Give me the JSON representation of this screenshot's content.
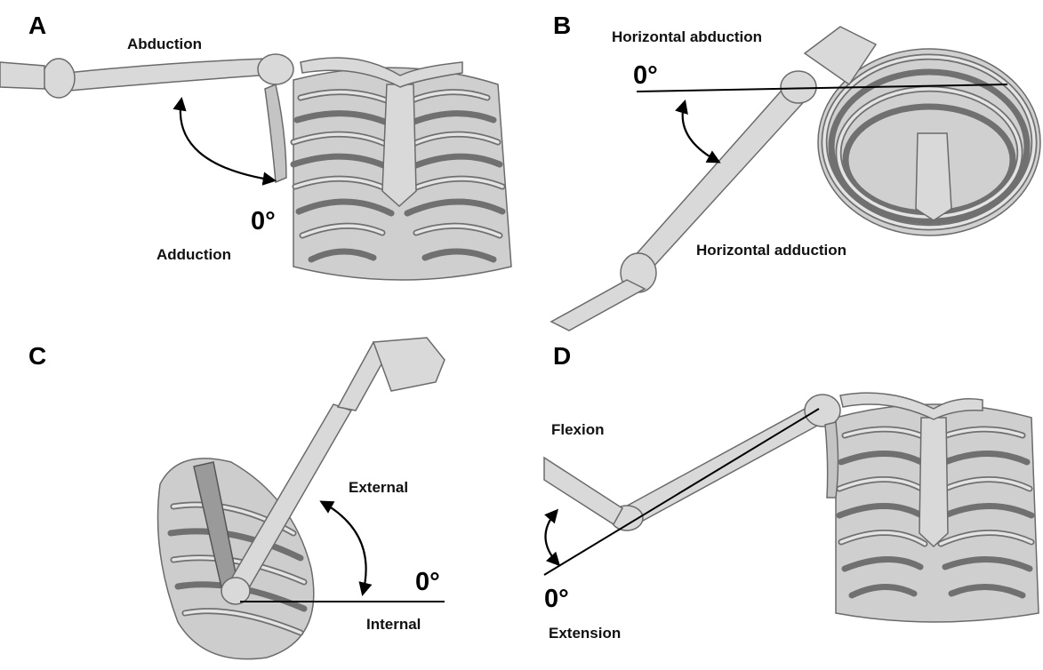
{
  "panels": [
    {
      "letter": "A",
      "label_top": "Abduction",
      "label_bottom": "Adduction",
      "zero": "0°"
    },
    {
      "letter": "B",
      "label_top": "Horizontal abduction",
      "label_bottom": "Horizontal adduction",
      "zero": "0°"
    },
    {
      "letter": "C",
      "label_top": "External",
      "label_bottom": "Internal",
      "zero": "0°"
    },
    {
      "letter": "D",
      "label_top": "Flexion",
      "label_bottom": "Extension",
      "zero": "0°"
    }
  ],
  "colors": {
    "bone": "#d9d9d9",
    "bone_shadow": "#707070",
    "text": "#000000"
  }
}
